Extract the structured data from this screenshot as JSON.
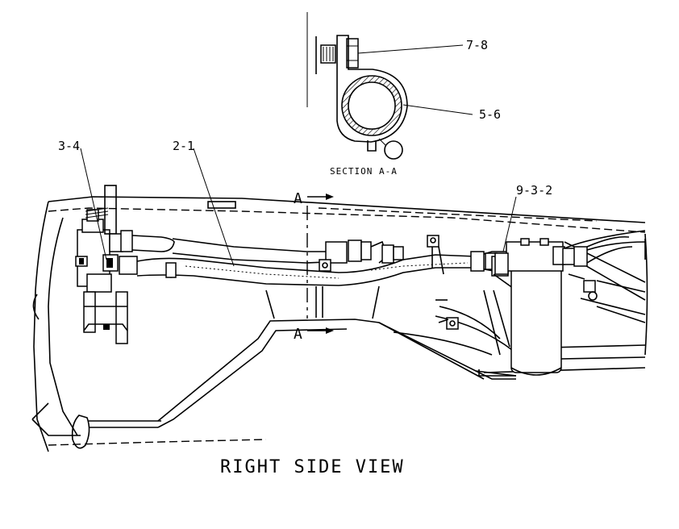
{
  "callouts": {
    "item_7_8": "7-8",
    "item_5_6": "5-6",
    "item_3_4": "3-4",
    "item_2_1": "2-1",
    "item_9_3_2": "9-3-2"
  },
  "section": {
    "label": "SECTION A-A",
    "cut_label_top": "A",
    "cut_label_bottom": "A"
  },
  "view_title": "RIGHT SIDE VIEW"
}
